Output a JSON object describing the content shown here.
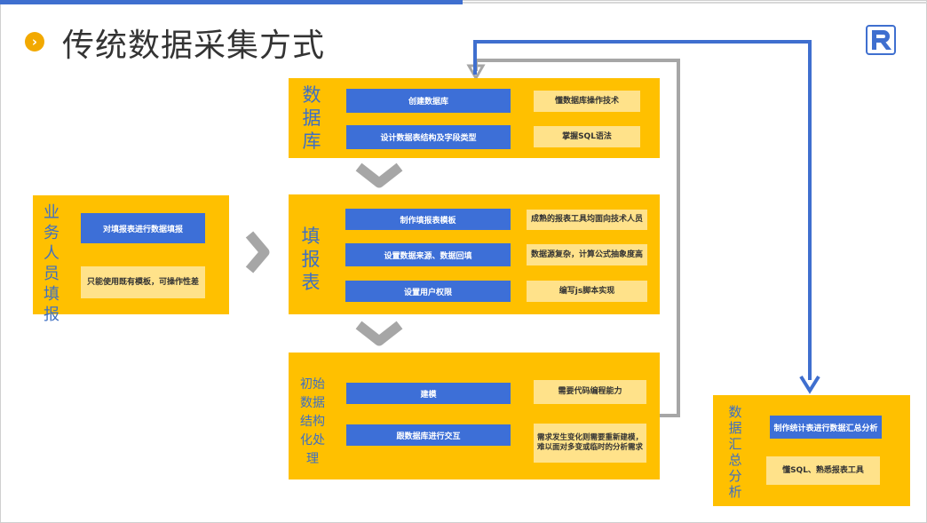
{
  "page": {
    "title": "传统数据采集方式",
    "title_icon": "chevron-right-circle-icon",
    "logo_icon": "r-logo-icon"
  },
  "colors": {
    "panel": "#ffc000",
    "blue_box": "#3d6fd7",
    "light_box": "#ffe28a",
    "label_text": "#3e6fc3",
    "grey_arrow": "#a6a6a6",
    "blue_arrow": "#3f6fcf",
    "accent_dot": "#f2a900"
  },
  "panels": {
    "business": {
      "label": "业务人员填报",
      "blue": [
        "对填报表进行数据填报"
      ],
      "light": [
        "只能使用既有模板，可操作性差"
      ]
    },
    "database": {
      "label": "数据库",
      "blue": [
        "创建数据库",
        "设计数据表结构及字段类型"
      ],
      "light": [
        "懂数据库操作技术",
        "掌握SQL语法"
      ]
    },
    "fill": {
      "label": "填报表",
      "blue": [
        "制作填报表模板",
        "设置数据来源、数据回填",
        "设置用户权限"
      ],
      "light": [
        "成熟的报表工具均面向技术人员",
        "数据源复杂，计算公式抽象度高",
        "编写js脚本实现"
      ]
    },
    "init": {
      "label": "初始数据结构化处理",
      "blue": [
        "建模",
        "跟数据库进行交互"
      ],
      "light": [
        "需要代码编程能力",
        "需求发生变化则需要重新建模，难以面对多变或临时的分析需求"
      ]
    },
    "summary": {
      "label": "数据汇总分析",
      "blue": [
        "制作统计表进行数据汇总分析"
      ],
      "light": [
        "懂SQL、熟悉报表工具"
      ]
    }
  }
}
